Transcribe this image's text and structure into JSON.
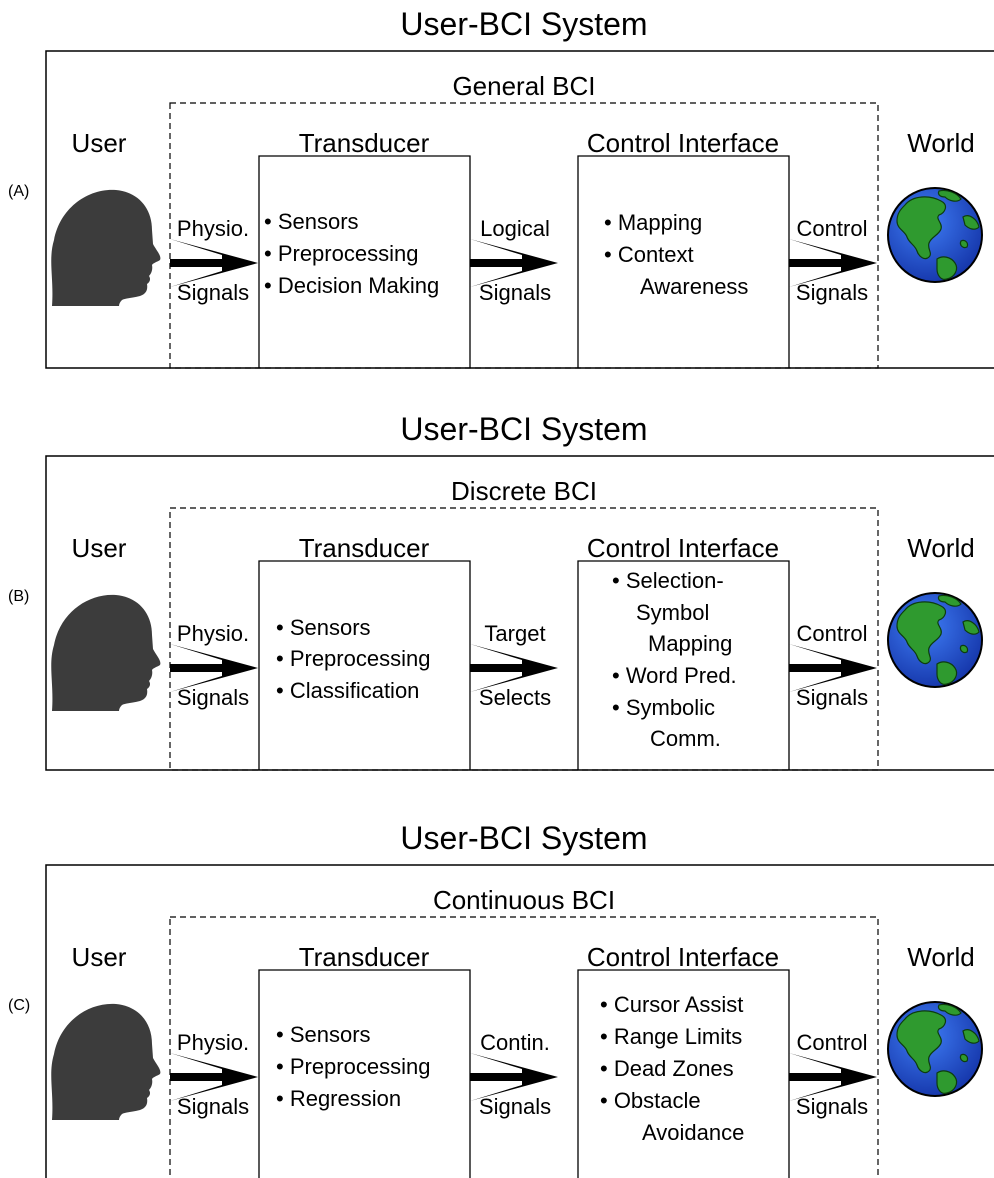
{
  "panels": [
    {
      "panel_label": "(A)",
      "system_title": "User-BCI System",
      "bci_title": "General BCI",
      "user_label": "User",
      "world_label": "World",
      "transducer": {
        "title": "Transducer",
        "items": [
          "• Sensors",
          "• Preprocessing",
          "• Decision Making"
        ]
      },
      "control_interface": {
        "title": "Control Interface",
        "items": [
          "• Mapping",
          "• Context",
          "Awareness"
        ]
      },
      "arrow1": [
        "Physio.",
        "Signals"
      ],
      "arrow2": [
        "Logical",
        "Signals"
      ],
      "arrow3": [
        "Control",
        "Signals"
      ]
    },
    {
      "panel_label": "(B)",
      "system_title": "User-BCI System",
      "bci_title": "Discrete BCI",
      "user_label": "User",
      "world_label": "World",
      "transducer": {
        "title": "Transducer",
        "items": [
          "• Sensors",
          "• Preprocessing",
          "• Classification"
        ]
      },
      "control_interface": {
        "title": "Control Interface",
        "items": [
          "• Selection-",
          "Symbol",
          "Mapping",
          "• Word Pred.",
          "• Symbolic",
          "Comm."
        ]
      },
      "arrow1": [
        "Physio.",
        "Signals"
      ],
      "arrow2": [
        "Target",
        "Selects"
      ],
      "arrow3": [
        "Control",
        "Signals"
      ]
    },
    {
      "panel_label": "(C)",
      "system_title": "User-BCI System",
      "bci_title": "Continuous BCI",
      "user_label": "User",
      "world_label": "World",
      "transducer": {
        "title": "Transducer",
        "items": [
          "• Sensors",
          "• Preprocessing",
          "• Regression"
        ]
      },
      "control_interface": {
        "title": "Control Interface",
        "items": [
          "• Cursor Assist",
          "• Range Limits",
          "• Dead Zones",
          "• Obstacle",
          "Avoidance"
        ]
      },
      "arrow1": [
        "Physio.",
        "Signals"
      ],
      "arrow2": [
        "Contin.",
        "Signals"
      ],
      "arrow3": [
        "Control",
        "Signals"
      ]
    }
  ],
  "colors": {
    "head": "#3c3c3c",
    "ocean": "#1f4fd6",
    "land": "#2f9a2f"
  },
  "icons": {
    "user": "human-head-silhouette-icon",
    "world": "globe-icon"
  }
}
